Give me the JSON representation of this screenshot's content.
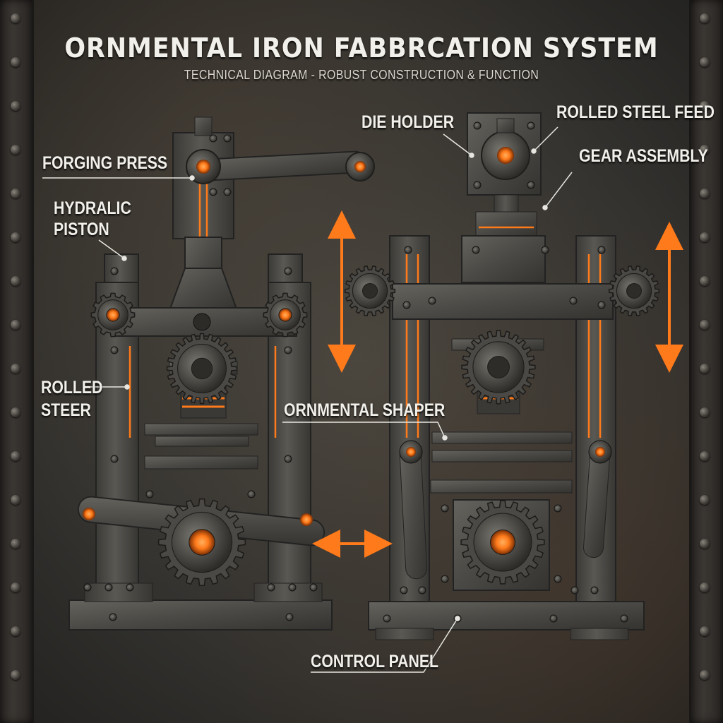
{
  "title": "ORNMENTAL IRON FABBRCATION SYSTEM",
  "subtitle": "TECHNICAL DIAGRAM - ROBUST CONSTRUCTION & FUNCTION",
  "labels": {
    "forging_press": "FORGING PRESS",
    "hydraulic_piston_line1": "HYDRALIC",
    "hydraulic_piston_line2": "PISTON",
    "rolled_steer_line1": "ROLLED",
    "rolled_steer_line2": "STEER",
    "die_holder": "DIE HOLDER",
    "rolled_steel_feed": "ROLLED STEEL FEED",
    "gear_assembly": "GEAR ASSEMBLY",
    "ornmental_shaper": "ORNMENTAL SHAPER",
    "control_panel": "CONTROL PANEL"
  },
  "colors": {
    "accent_orange": "#ff7a1a",
    "metal_dark": "#3a3a38",
    "metal_mid": "#55544f",
    "text": "#f2f0ea"
  },
  "icons": [
    "gear-icon",
    "bolt-icon",
    "double-arrow-icon",
    "rivet-icon"
  ]
}
